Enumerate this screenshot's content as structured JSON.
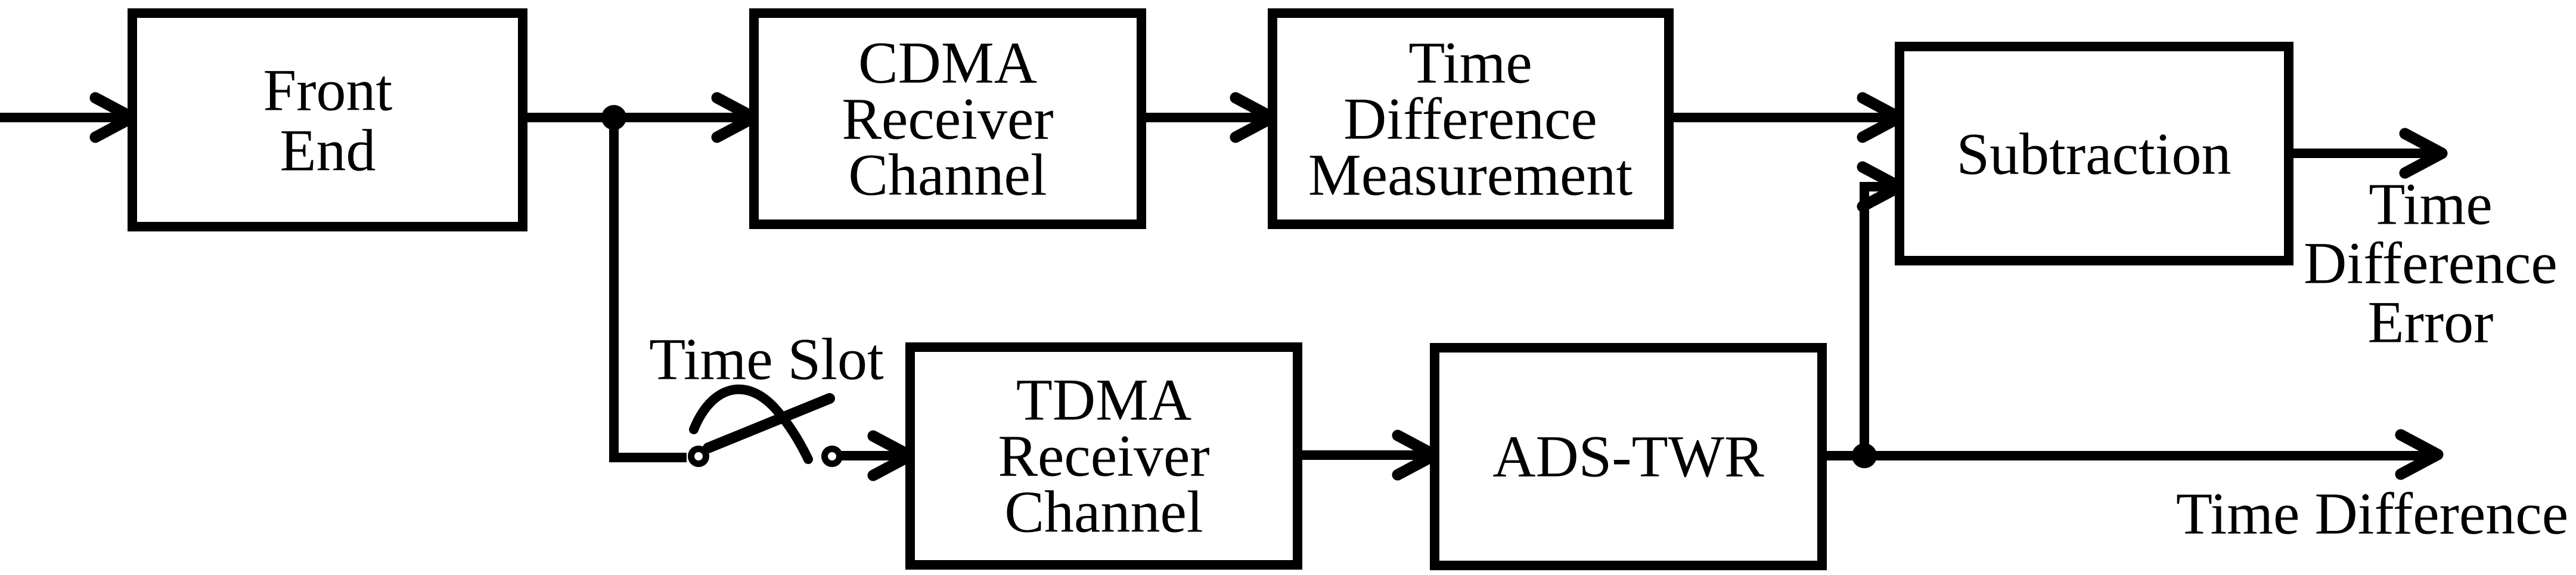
{
  "colors": {
    "background": "#ffffff",
    "line": "#000000",
    "text": "#000000"
  },
  "blocks": {
    "front_end": {
      "lines": [
        "Front",
        "End"
      ]
    },
    "cdma_receiver_channel": {
      "lines": [
        "CDMA",
        "Receiver",
        "Channel"
      ]
    },
    "time_difference_measurement": {
      "lines": [
        "Time",
        "Difference",
        "Measurement"
      ]
    },
    "subtraction": {
      "lines": [
        "Subtraction"
      ]
    },
    "tdma_receiver_channel": {
      "lines": [
        "TDMA",
        "Receiver",
        "Channel"
      ]
    },
    "ads_twr": {
      "lines": [
        "ADS-TWR"
      ]
    }
  },
  "labels": {
    "time_slot": "Time Slot",
    "time_difference": "Time Difference",
    "time_difference_error": {
      "lines": [
        "Time",
        "Difference",
        "Error"
      ]
    }
  }
}
